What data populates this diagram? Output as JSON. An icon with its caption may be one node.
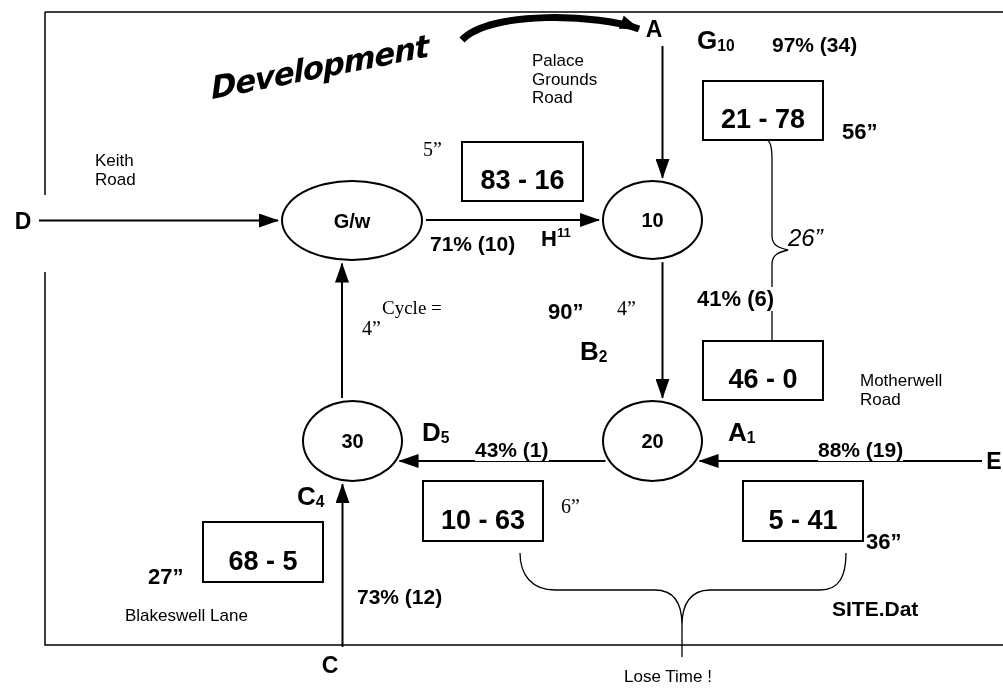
{
  "diagram": {
    "title": "Development",
    "nodes": [
      {
        "text": [
          "D"
        ]
      },
      {
        "text": [
          "G/w"
        ]
      },
      {
        "text": [
          "10"
        ]
      },
      {
        "text": [
          "20"
        ]
      },
      {
        "text": [
          "30"
        ]
      },
      {
        "text": [
          "A"
        ]
      },
      {
        "text": [
          "E"
        ]
      },
      {
        "text": [
          "C"
        ]
      },
      {
        "text": [
          "83 - 16"
        ],
        "beside": [
          "5”"
        ]
      },
      {
        "text": [
          "21 - 78"
        ],
        "beside": [
          "56”"
        ]
      },
      {
        "text": [
          "46 - 0"
        ]
      },
      {
        "text": [
          "10 - 63"
        ],
        "beside": [
          "6”"
        ]
      },
      {
        "text": [
          "5 - 41"
        ],
        "beside": [
          "36”"
        ]
      },
      {
        "text": [
          "68 -  5"
        ],
        "beside": [
          "27”"
        ]
      }
    ],
    "edges": [
      {
        "from": 0,
        "to": 1,
        "arrow": "to",
        "label": "Keith Road"
      },
      {
        "from": 1,
        "to": 2,
        "arrow": "to",
        "label": "71% (10)"
      },
      {
        "from": 5,
        "to": 2,
        "arrow": "to"
      },
      {
        "from": 2,
        "to": 3,
        "arrow": "to"
      },
      {
        "from": 6,
        "to": 3,
        "arrow": "to",
        "label": "88% (19)"
      },
      {
        "from": 3,
        "to": 4,
        "arrow": "to",
        "label": "43% (1)"
      },
      {
        "from": 7,
        "to": 4,
        "arrow": "to",
        "label": "73% (12)"
      },
      {
        "from": 4,
        "to": 1,
        "arrow": "to"
      },
      {
        "from": null,
        "to": 5,
        "arrow": "to",
        "style": "thick"
      }
    ],
    "labels": [
      "Palace Grounds Road",
      "G$_{10}$",
      "97% (34)",
      "H$^{11}$",
      "Cycle =",
      "90”",
      "4”",
      "41% (6)",
      "26”",
      "4”",
      "B$_{2}$",
      "Motherwell Road",
      "D$_{5}$",
      "A$_{1}$",
      "C$_{4}$",
      "Blakeswell Lane",
      "SITE.Dat",
      "Lose Time !"
    ]
  }
}
